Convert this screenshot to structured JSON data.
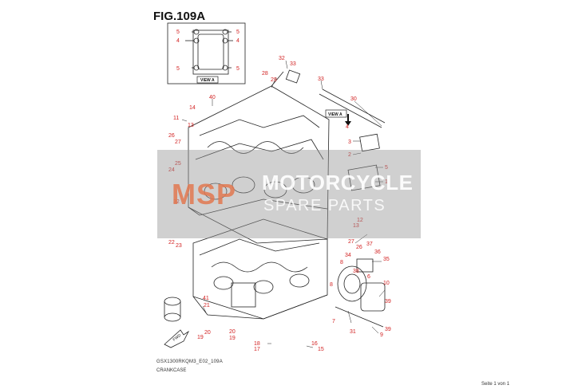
{
  "figure": {
    "title": "FIG.109A",
    "code": "GSX1300RKQM3_E02_109A",
    "name": "CRANKCASE",
    "page": "Seite 1 von 1"
  },
  "view_labels": {
    "inset": "VIEW A",
    "callout": "VIEW A"
  },
  "watermark": {
    "logo": "MSP",
    "brand": "MOTORCYCLE",
    "sub": "SPARE PARTS"
  },
  "callouts": [
    "5",
    "5",
    "4",
    "4",
    "5",
    "5",
    "32",
    "33",
    "28",
    "29",
    "33",
    "30",
    "40",
    "14",
    "11",
    "13",
    "4",
    "26",
    "27",
    "3",
    "2",
    "25",
    "24",
    "5",
    "1",
    "32",
    "22",
    "23",
    "12",
    "13",
    "27",
    "26",
    "34",
    "37",
    "36",
    "35",
    "6",
    "38",
    "8",
    "8",
    "10",
    "39",
    "41",
    "21",
    "20",
    "19",
    "20",
    "19",
    "7",
    "18",
    "17",
    "16",
    "15",
    "9",
    "39",
    "31"
  ],
  "colors": {
    "number_red": "#d22222",
    "line": "#222222"
  }
}
